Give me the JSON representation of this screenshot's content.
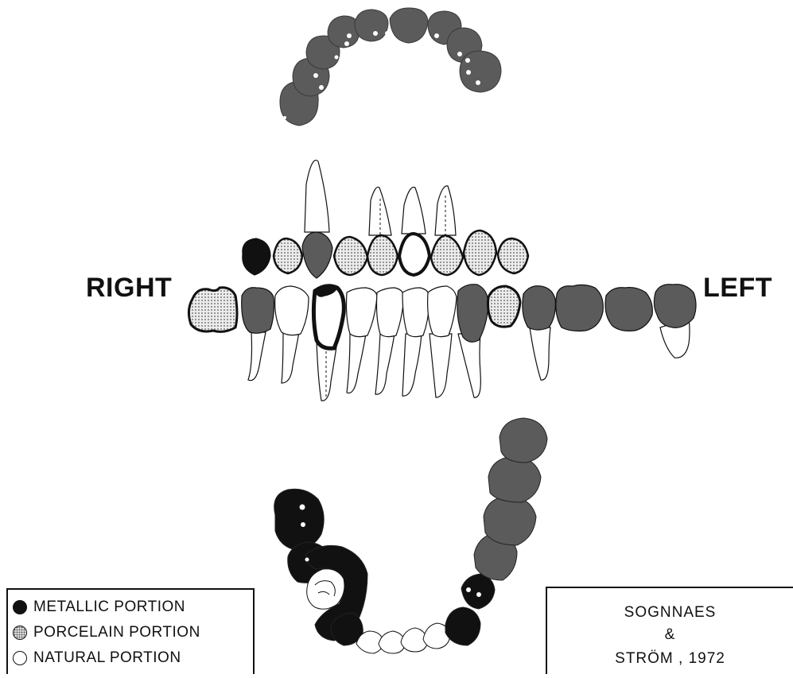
{
  "labels": {
    "right": "RIGHT",
    "left": "LEFT"
  },
  "legend": {
    "items": [
      {
        "label": "METALLIC PORTION",
        "kind": "metallic"
      },
      {
        "label": "PORCELAIN PORTION",
        "kind": "porcelain"
      },
      {
        "label": "NATURAL PORTION",
        "kind": "natural"
      }
    ]
  },
  "credit": {
    "line1": "SOGNNAES",
    "line2": "&",
    "line3": "STRÖM , 1972"
  },
  "colors": {
    "metallic": "#111111",
    "crown_gray": "#5b5b5b",
    "porcelain": "#e8e8e8",
    "natural": "#ffffff"
  },
  "icons": {
    "metallic": "filled-black-circle",
    "porcelain": "dotted-circle",
    "natural": "open-circle"
  }
}
